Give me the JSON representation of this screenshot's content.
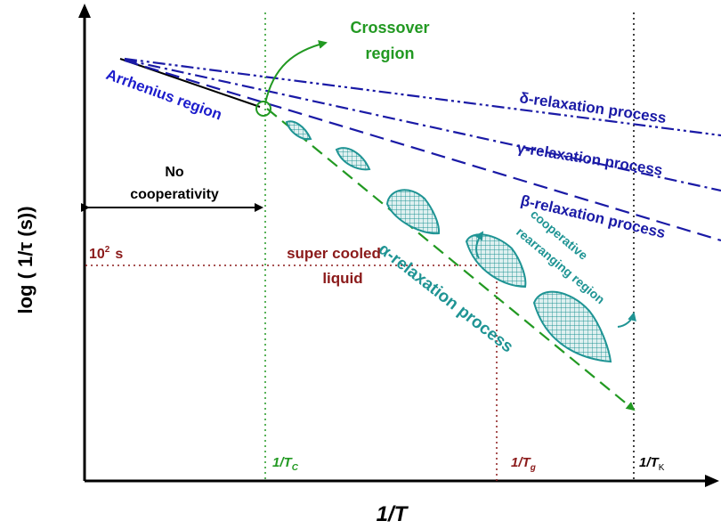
{
  "axes": {
    "y_label": "log ( 1/τ (s))",
    "x_label": "1/T"
  },
  "colors": {
    "arrhenius": "#1c1ccc",
    "secondary": "#1a1aa6",
    "alpha": "#1f9494",
    "crossover": "#229922",
    "tg": "#8b1a1a",
    "black": "#000000"
  },
  "labels": {
    "crossover": [
      "Crossover",
      "region"
    ],
    "arrhenius": "Arrhenius region",
    "no_coop": [
      "No",
      "cooperativity"
    ],
    "delta": "δ-relaxation process",
    "gamma": "γ-relaxation process",
    "beta": "β-relaxation process",
    "alpha": "α-relaxation process",
    "coop": [
      "cooperative",
      "rearranging region"
    ],
    "supercooled": [
      "super cooled",
      "liquid"
    ],
    "tau_ref_base": "10",
    "tau_ref_exp": "2",
    "tau_ref_unit": "s"
  },
  "ticks": {
    "tc": "1/T",
    "tc_sub": "C",
    "tg": "1/T",
    "tg_sub": "g",
    "tk": "1/T",
    "tk_sub": "K"
  }
}
